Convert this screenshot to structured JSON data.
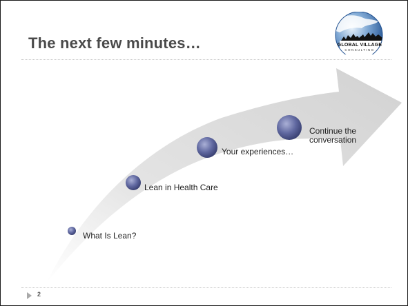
{
  "slide": {
    "title": "The next few minutes…",
    "page_number": "2"
  },
  "logo": {
    "line1": "GLOBAL VILLAGE",
    "line2": "CONSULTING"
  },
  "steps": [
    {
      "label": "What Is Lean?"
    },
    {
      "label": "Lean in Health Care"
    },
    {
      "label": "Your experiences…"
    },
    {
      "label_line1": "Continue the",
      "label_line2": "conversation"
    }
  ],
  "colors": {
    "arrow": "#dcdcdc",
    "bullet": "#5e6597",
    "title": "#4a4a4a"
  }
}
